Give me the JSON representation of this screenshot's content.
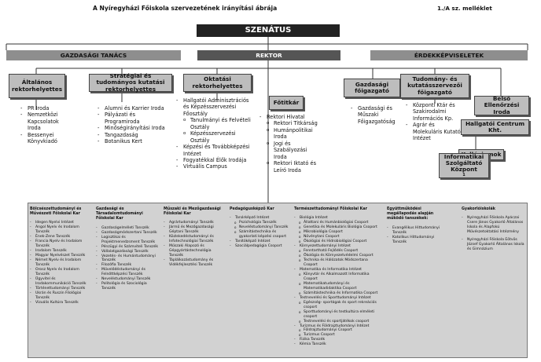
{
  "header": {
    "title": "A Nyíregyházi Főiskola szervezetének irányítási ábrája",
    "annex": "1./A sz. melléklet"
  },
  "top": {
    "senate": "SZENÁTUS",
    "bars": {
      "left": "GAZDASÁGI TANÁCS",
      "mid": "REKTOR",
      "right": "ÉRDEKKÉPVISELETEK"
    }
  },
  "boxes": {
    "general": "Általános rektorhelyettes",
    "strategic": "Stratégiai és tudományos kutatási rektorhelyettes",
    "educational": "Oktatási rektorhelyettes",
    "secretary": "Főtitkár",
    "economic": "Gazdasági főigazgató",
    "science": "Tudomány- és kutatásszervezői főigazgató",
    "audit": "Belső Ellenőrzési Iroda",
    "student_center": "Hallgatói Centrum Kht.",
    "colleges": "Kollégiumok",
    "it": "Informatikai Szolgáltató Központ",
    "it_sup": "1"
  },
  "lists": {
    "general": [
      "PR Iroda",
      "Nemzetközi Kapcsolatok Iroda",
      "Bessenyei Könyvkiadó"
    ],
    "strategic": [
      "Alumni és Karrier Iroda",
      "Pályázati és Programiroda",
      "Minőségirányítási Iroda",
      "Tangazdaság",
      "Botanikus Kert"
    ],
    "educational_1": "Hallgatói Adminisztrációs és Képzésszervezési Főosztály",
    "educational_1_subs": [
      "Tanulmányi és Felvételi Osztály",
      "Képzésszervezési Osztály"
    ],
    "educational_rest": [
      "Képzési és Továbbképzési Intézet",
      "Fogyatékkal Élők Irodája",
      "Virtuális Campus"
    ],
    "secretary_1": "Rektori Hivatal",
    "secretary_1_subs": [
      "Rektori Titkárság",
      "Humánpolitikai Iroda",
      "Jogi és Szabályozási Iroda",
      "Rektori Iktató és Leíró Iroda"
    ],
    "economic": [
      "Gazdasági és Műszaki Főigazgatóság"
    ],
    "science": [
      "Központi Ktár és Szakirodalmi Információs Kp.",
      "Agrár és Molekuláris Kutató Intézet"
    ]
  },
  "faculties": [
    {
      "head": "Bölcsészettudományi és Művészeti Főiskolai Kar",
      "items": [
        "Idegen Nyelvi Intézet",
        "Angol Nyelv és Irodalom Tanszék",
        "Ének-Zene Tanszék",
        "Francia Nyelv és Irodalom Tanszék",
        "Irodalom Tanszék",
        "Magyar Nyelvészet Tanszék",
        "Német Nyelv és Irodalom Tanszék",
        "Orosz Nyelv és Irodalom Tanszék",
        "Ügyvitel és Irodakommunikáció Tanszék",
        "Történettudományi Tanszék",
        "Ukrán és Ruszin Filológiai Tanszék",
        "Vizuális Kultúra Tanszék"
      ]
    },
    {
      "head": "Gazdasági és Társadalomtudományi Főiskolai Kar",
      "items": [
        "Gazdaságelméleti Tanszék",
        "Gazdaságmódszertani Tanszék",
        "Logisztikai és Projektmenedzsment Tanszék",
        "Pénzügyi és Számviteli Tanszék",
        "Vállalatgazdasági Tanszék",
        "Vezetés- és Humántudományi Tanszék",
        "Filozófia Tanszék",
        "Művelődéstudományi és Felnőttképzési Tanszék",
        "Neveléstudományi Tanszék",
        "Politológia és Szociológia Tanszék"
      ]
    },
    {
      "head": "Műszaki és Mezőgazdasági Főiskolai Kar",
      "items": [
        "Agrártudományi Tanszék",
        "Jármű és Mezőgazdasági Géptani Tanszék",
        "Közlekedéstudományi és Infotechnológiai Tanszék",
        "Műszaki Alapozó és Gépgyártástechnológia Tanszék",
        "Táplálkozástudomány és Vidékfejlesztési Tanszék"
      ]
    },
    {
      "head": "Pedagógusképző Kar",
      "items": [
        "Tanárképző Intézet",
        "Neveléstudományi Tanszék",
        "Számítástechnika és gyakorlati képzési csoport",
        "Tanítóképző Intézet",
        "Szociálpedagógia Csoport"
      ],
      "subs": {
        "0": [
          "Pszichológia Tanszék"
        ]
      }
    },
    {
      "head": "Természettudományi Főiskolai Kar",
      "lines": [
        [
          "i",
          "Biológia Intézet"
        ],
        [
          "s",
          "Állattani és Humánbiológiai Csoport"
        ],
        [
          "s",
          "Genetika és Molekuláris Biológia Csoport"
        ],
        [
          "s",
          "Mikrobiológia Csoport"
        ],
        [
          "s",
          "Növénytani Csoport"
        ],
        [
          "s",
          "Ökológiai és Hidrobiológiai Csoport"
        ],
        [
          "i",
          "Környezettudományi Intézet"
        ],
        [
          "s",
          "Fenntartható Fejlődés Csoport"
        ],
        [
          "s",
          "Ökológia és Környezetvédelmi Csoport"
        ],
        [
          "s",
          "Technika és Hálózatok Módszertana Csoport"
        ],
        [
          "i",
          "Matematika és Informatika Intézet"
        ],
        [
          "s",
          "Könyvtár és Alkalmazott Informatika Csoport"
        ],
        [
          "s",
          "Matematikatudományi és Matematikadidaktika Csoport"
        ],
        [
          "s",
          "Számítástechnika és Informatika Csoport"
        ],
        [
          "i",
          "Testnevelési és Sporttudományi Intézet"
        ],
        [
          "s",
          "Egészség- sportágak és sport rekreációs csoport"
        ],
        [
          "s",
          "Sporttudományi és testkultúra elméleti csoport"
        ],
        [
          "s",
          "Testnevelési és sportjátékok csoport"
        ],
        [
          "i",
          "Turizmus és Földrajztudományi Intézet"
        ],
        [
          "s",
          "Földrajztudományi Csoport"
        ],
        [
          "s",
          "Turizmus Csoport"
        ],
        [
          "i",
          "Fizika Tanszék"
        ],
        [
          "i",
          "Kémia Tanszék"
        ]
      ]
    },
    {
      "head": "Együttműködési megállapodás alapján működő tanszékek:",
      "items": [
        "Evangélikus Hittudományi Tanszék",
        "Katolikus Hittudományi Tanszék"
      ]
    },
    {
      "head": "Gyakorlóiskolák",
      "items": [
        "Nyíregyházi Főiskola Apáczai Csere János Gyakorló Általános Iskola és Alapfokú Művészetoktatási Intézmény",
        "Nyíregyházi Főiskola Eötvös József Gyakorló Általános Iskola és Gimnázium"
      ]
    }
  ],
  "colors": {
    "dark": "#222222",
    "bar": "#8e8e8e",
    "box": "#bdbdbd",
    "panel": "#d2d2d2"
  }
}
